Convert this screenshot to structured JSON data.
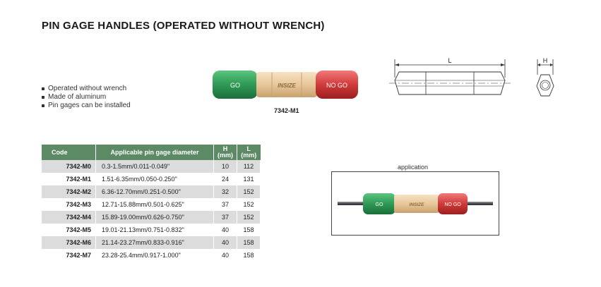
{
  "title": "PIN GAGE HANDLES (OPERATED WITHOUT WRENCH)",
  "features": [
    "Operated without wrench",
    "Made of aluminum",
    "Pin gages can be installed"
  ],
  "product": {
    "go_label": "GO",
    "nogo_label": "NO GO",
    "brand": "INSIZE",
    "caption": "7342-M1"
  },
  "drawing": {
    "length_label": "L",
    "hex_label": "H"
  },
  "application": {
    "label": "application",
    "go_label": "GO",
    "nogo_label": "NO GO",
    "brand": "INSIZE"
  },
  "table": {
    "headers": {
      "code": "Code",
      "diameter": "Applicable pin gage diameter",
      "h": "H",
      "h_unit": "(mm)",
      "l": "L",
      "l_unit": "(mm)"
    },
    "rows": [
      {
        "code": "7342-M0",
        "diameter": "0.3-1.5mm/0.011-0.049\"",
        "h": "10",
        "l": "112"
      },
      {
        "code": "7342-M1",
        "diameter": "1.51-6.35mm/0.050-0.250\"",
        "h": "24",
        "l": "131"
      },
      {
        "code": "7342-M2",
        "diameter": "6.36-12.70mm/0.251-0.500\"",
        "h": "32",
        "l": "152"
      },
      {
        "code": "7342-M3",
        "diameter": "12.71-15.88mm/0.501-0.625\"",
        "h": "37",
        "l": "152"
      },
      {
        "code": "7342-M4",
        "diameter": "15.89-19.00mm/0.626-0.750\"",
        "h": "37",
        "l": "152"
      },
      {
        "code": "7342-M5",
        "diameter": "19.01-21.13mm/0.751-0.832\"",
        "h": "40",
        "l": "158"
      },
      {
        "code": "7342-M6",
        "diameter": "21.14-23.27mm/0.833-0.916\"",
        "h": "40",
        "l": "158"
      },
      {
        "code": "7342-M7",
        "diameter": "23.28-25.4mm/0.917-1.000\"",
        "h": "40",
        "l": "158"
      }
    ]
  },
  "colors": {
    "header_green": "#5b8a65",
    "go_green": "#2e9a55",
    "nogo_red": "#d23a3a",
    "handle_tan": "#e8c79a",
    "row_shade": "#dcdcdc"
  }
}
